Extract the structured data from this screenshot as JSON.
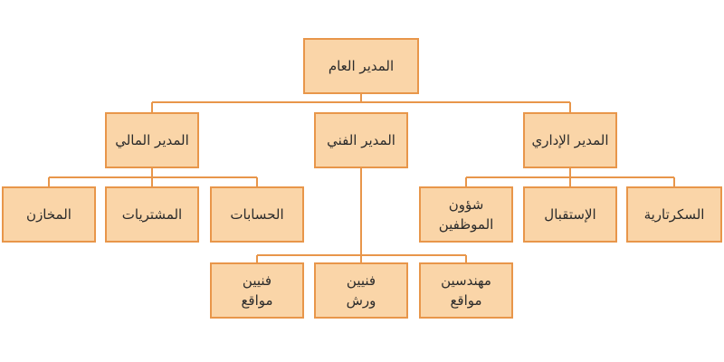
{
  "colors": {
    "box_fill": "#fad5a8",
    "box_border": "#e8964a",
    "connector": "#e8964a",
    "text": "#2b2b2b"
  },
  "org_chart": {
    "ceo": "المدير العام",
    "admin_manager": "المدير الإداري",
    "technical_manager": "المدير الفني",
    "finance_manager": "المدير المالي",
    "secretariat": "السكرتارية",
    "reception": "الإستقبال",
    "hr": "شؤون\nالموظفين",
    "accounts": "الحسابات",
    "purchases": "المشتريات",
    "warehouses": "المخازن",
    "site_engineers": "مهندسين\nمواقع",
    "workshop_technicians": "فنيين\nورش",
    "site_technicians": "فنيين\nمواقع"
  }
}
